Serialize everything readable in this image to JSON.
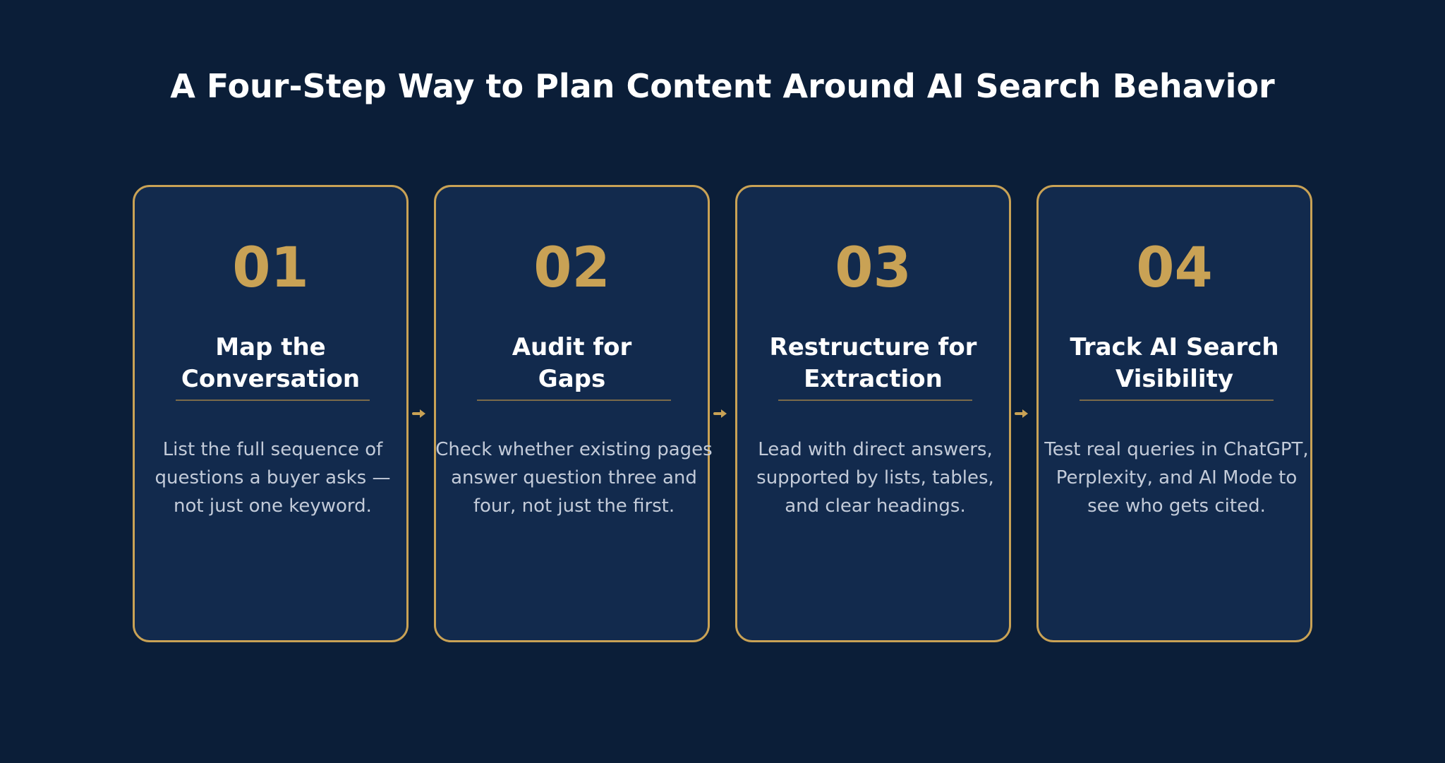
{
  "title": "A Four-Step Way to Plan Content Around AI Search Behavior",
  "colors": {
    "background": "#0b1e38",
    "card_fill": "#122a4d",
    "accent": "#c9a255",
    "title_text": "#ffffff",
    "body_text": "#c3cbd9"
  },
  "steps": [
    {
      "number": "01",
      "title_lines": [
        "Map the",
        "Conversation"
      ],
      "description_lines": [
        "List the full sequence of",
        "questions a buyer asks —",
        "not just one keyword."
      ]
    },
    {
      "number": "02",
      "title_lines": [
        "Audit for",
        "Gaps"
      ],
      "description_lines": [
        "Check whether existing pages",
        "answer question three and",
        "four, not just the first."
      ]
    },
    {
      "number": "03",
      "title_lines": [
        "Restructure for",
        "Extraction"
      ],
      "description_lines": [
        "Lead with direct answers,",
        "supported by lists, tables,",
        "and clear headings."
      ]
    },
    {
      "number": "04",
      "title_lines": [
        "Track AI Search",
        "Visibility"
      ],
      "description_lines": [
        "Test real queries in ChatGPT,",
        "Perplexity, and AI Mode to",
        "see who gets cited."
      ]
    }
  ],
  "connector_icon": "arrow-right-icon"
}
